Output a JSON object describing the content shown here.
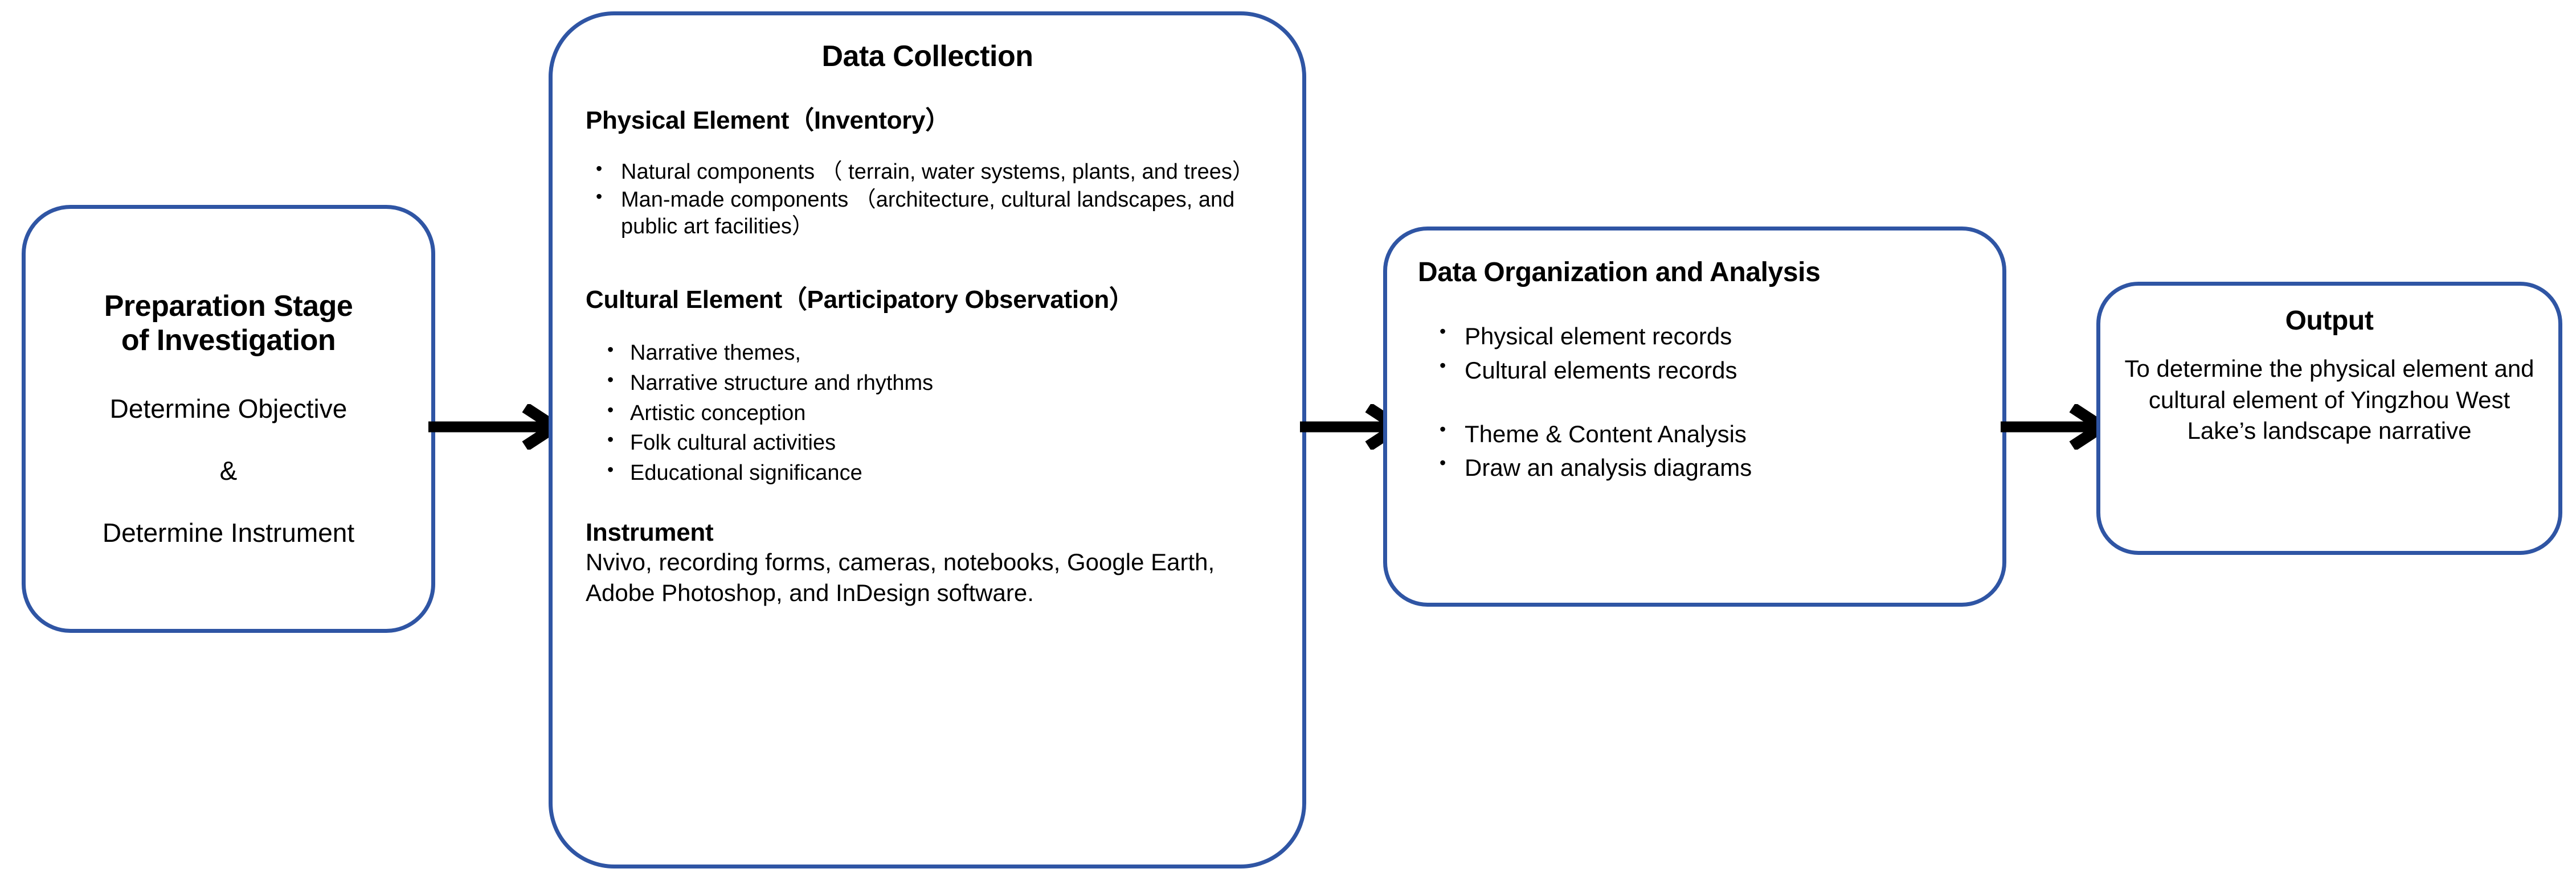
{
  "theme": {
    "box_border_color": "#2f55a4",
    "arrow_color": "#000000",
    "background": "#ffffff"
  },
  "stages": {
    "preparation": {
      "title_line1": "Preparation Stage",
      "title_line2": "of Investigation",
      "item1": "Determine Objective",
      "conjunction": "&",
      "item2": "Determine Instrument"
    },
    "data_collection": {
      "heading": "Data Collection",
      "physical_element": {
        "label": "Physical Element",
        "method": "（Inventory）",
        "bullets": [
          "Natural components （ terrain, water systems, plants, and trees）",
          "Man-made components （architecture, cultural landscapes, and public art facilities）"
        ]
      },
      "cultural_element": {
        "label": "Cultural Element",
        "method": "（Participatory Observation）",
        "bullets": [
          "Narrative themes,",
          "Narrative structure and rhythms",
          "Artistic conception",
          "Folk cultural activities",
          "Educational significance"
        ]
      },
      "instrument": {
        "label": "Instrument",
        "text": "Nvivo, recording forms, cameras, notebooks, Google Earth, Adobe Photoshop, and InDesign software."
      }
    },
    "organization": {
      "heading": "Data Organization and Analysis",
      "group1": [
        "Physical element records",
        "Cultural elements records"
      ],
      "group2": [
        "Theme & Content Analysis",
        "Draw an analysis diagrams"
      ]
    },
    "output": {
      "heading": "Output",
      "text": "To determine the physical element and cultural element of Yingzhou West Lake’s landscape narrative"
    }
  },
  "connectors": [
    {
      "name": "preparation-to-collection",
      "from": "preparation",
      "to": "data_collection"
    },
    {
      "name": "collection-to-organization",
      "from": "data_collection",
      "to": "organization"
    },
    {
      "name": "organization-to-output",
      "from": "organization",
      "to": "output"
    }
  ]
}
